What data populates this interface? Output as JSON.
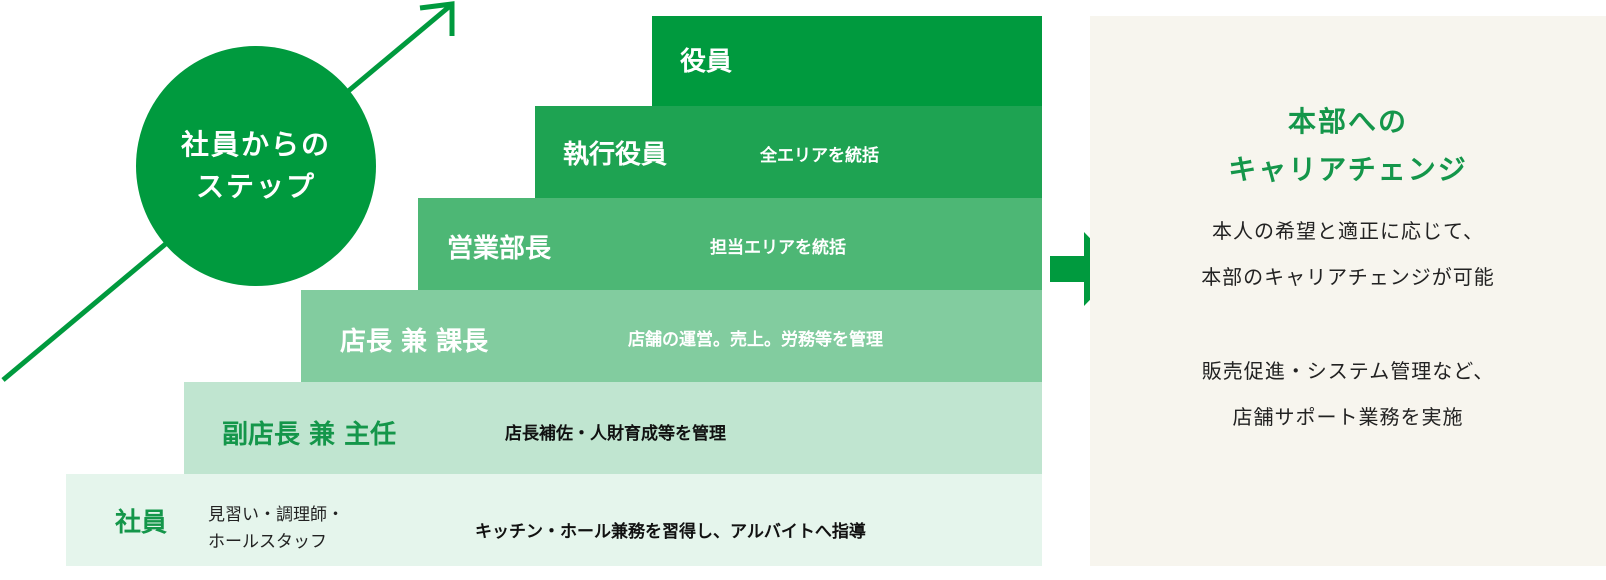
{
  "colors": {
    "accent": "#009a3e",
    "panel": "#f7f5ee"
  },
  "circle": {
    "line1": "社員からの",
    "line2": "ステップ"
  },
  "steps": [
    {
      "label": "役員",
      "desc": ""
    },
    {
      "label": "執行役員",
      "desc": "全エリアを統括"
    },
    {
      "label": "営業部長",
      "desc": "担当エリアを統括"
    },
    {
      "label": "店長 兼 課長",
      "desc": "店舗の運営。売上。労務等を管理"
    },
    {
      "label": "副店長 兼 主任",
      "desc": "店長補佐・人財育成等を管理"
    },
    {
      "label": "社員",
      "sub1": "見習い・調理師・",
      "sub2": "ホールスタッフ",
      "desc": "キッチン・ホール兼務を習得し、アルバイトへ指導"
    }
  ],
  "panel": {
    "title1": "本部への",
    "title2": "キャリアチェンジ",
    "text1": "本人の希望と適正に応じて、",
    "text2": "本部のキャリアチェンジが可能",
    "text3": "販売促進・システム管理など、",
    "text4": "店舗サポート業務を実施"
  }
}
